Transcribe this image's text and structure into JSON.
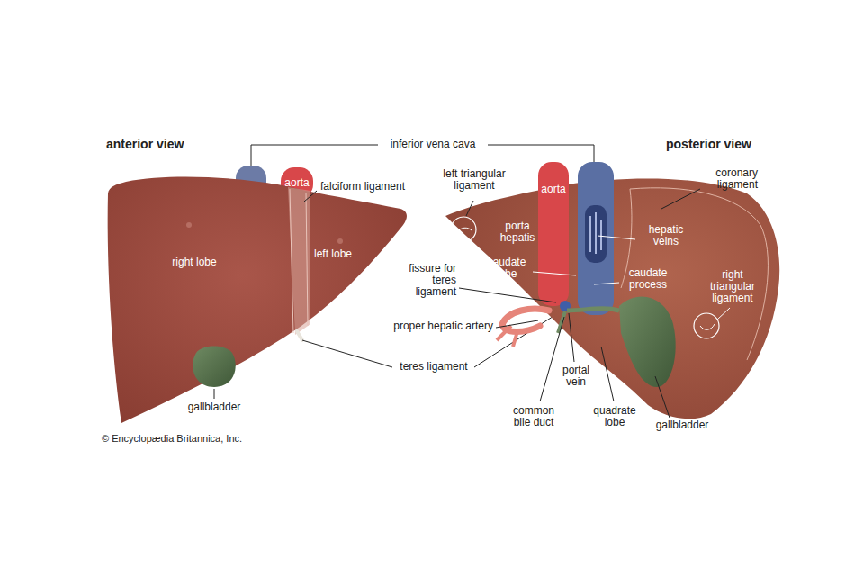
{
  "diagram": {
    "labels": [
      "anterior view",
      "inferior vena cava",
      "posterior view",
      "aorta",
      "falciform ligament",
      "right lobe",
      "left lobe",
      "gallbladder",
      "teres ligament",
      "© Encyclopædia Britannica, Inc.",
      "left triangular ligament",
      "aorta",
      "coronary ligament",
      "porta hepatis",
      "hepatic veins",
      "caudate lobe",
      "caudate process",
      "fissure for teres ligament",
      "right triangular ligament",
      "proper hepatic artery",
      "portal vein",
      "common bile duct",
      "quadrate lobe",
      "gallbladder"
    ]
  }
}
